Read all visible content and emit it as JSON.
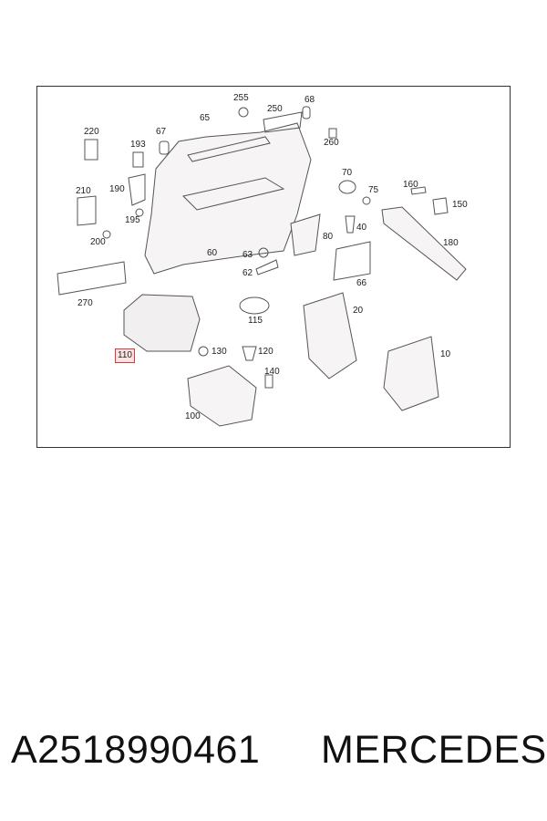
{
  "callouts": [
    {
      "id": "c255",
      "label": "255",
      "highlight": false
    },
    {
      "id": "c68",
      "label": "68",
      "highlight": false
    },
    {
      "id": "c250",
      "label": "250",
      "highlight": false
    },
    {
      "id": "c65",
      "label": "65",
      "highlight": false
    },
    {
      "id": "c220",
      "label": "220",
      "highlight": false
    },
    {
      "id": "c67",
      "label": "67",
      "highlight": false
    },
    {
      "id": "c260",
      "label": "260",
      "highlight": false
    },
    {
      "id": "c193",
      "label": "193",
      "highlight": false
    },
    {
      "id": "c70",
      "label": "70",
      "highlight": false
    },
    {
      "id": "c190",
      "label": "190",
      "highlight": false
    },
    {
      "id": "c210",
      "label": "210",
      "highlight": false
    },
    {
      "id": "c160",
      "label": "160",
      "highlight": false
    },
    {
      "id": "c75",
      "label": "75",
      "highlight": false
    },
    {
      "id": "c150",
      "label": "150",
      "highlight": false
    },
    {
      "id": "c195",
      "label": "195",
      "highlight": false
    },
    {
      "id": "c40",
      "label": "40",
      "highlight": false
    },
    {
      "id": "c200",
      "label": "200",
      "highlight": false
    },
    {
      "id": "c80",
      "label": "80",
      "highlight": false
    },
    {
      "id": "c180",
      "label": "180",
      "highlight": false
    },
    {
      "id": "c60",
      "label": "60",
      "highlight": false
    },
    {
      "id": "c63",
      "label": "63",
      "highlight": false
    },
    {
      "id": "c62",
      "label": "62",
      "highlight": false
    },
    {
      "id": "c66",
      "label": "66",
      "highlight": false
    },
    {
      "id": "c270",
      "label": "270",
      "highlight": false
    },
    {
      "id": "c115",
      "label": "115",
      "highlight": false
    },
    {
      "id": "c20",
      "label": "20",
      "highlight": false
    },
    {
      "id": "c110",
      "label": "110",
      "highlight": true
    },
    {
      "id": "c130",
      "label": "130",
      "highlight": false
    },
    {
      "id": "c120",
      "label": "120",
      "highlight": false
    },
    {
      "id": "c10",
      "label": "10",
      "highlight": false
    },
    {
      "id": "c140",
      "label": "140",
      "highlight": false
    },
    {
      "id": "c100",
      "label": "100",
      "highlight": false
    }
  ],
  "caption": {
    "part_number": "A2518990461",
    "brand": "MERCEDES"
  },
  "colors": {
    "frame": "#333333",
    "line": "#555555",
    "highlight_border": "#e03a3a",
    "highlight_fill": "#fbe3e3"
  }
}
